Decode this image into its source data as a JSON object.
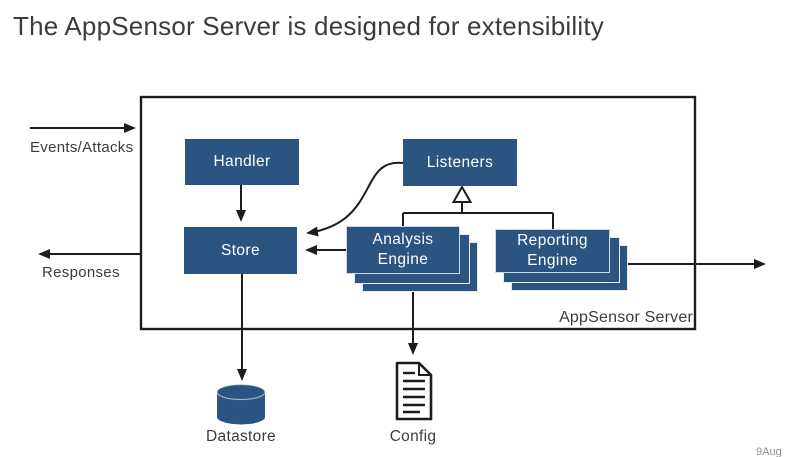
{
  "title": "The AppSensor Server is designed for extensibility",
  "diagram": {
    "server_label": "AppSensor Server",
    "inputs": {
      "events_label": "Events/Attacks",
      "responses_label": "Responses"
    },
    "nodes": {
      "handler": "Handler",
      "store": "Store",
      "listeners": "Listeners",
      "analysis": "Analysis\nEngine",
      "reporting": "Reporting\nEngine"
    },
    "external": {
      "datastore": "Datastore",
      "config": "Config"
    },
    "icons": {
      "datastore": "database-cylinder-icon",
      "config": "document-icon"
    },
    "colors": {
      "box_fill": "#2b5480",
      "box_text": "#ffffff",
      "line": "#1d1d1d",
      "label_text": "#3c3c3c"
    }
  },
  "watermark": "9Aug"
}
